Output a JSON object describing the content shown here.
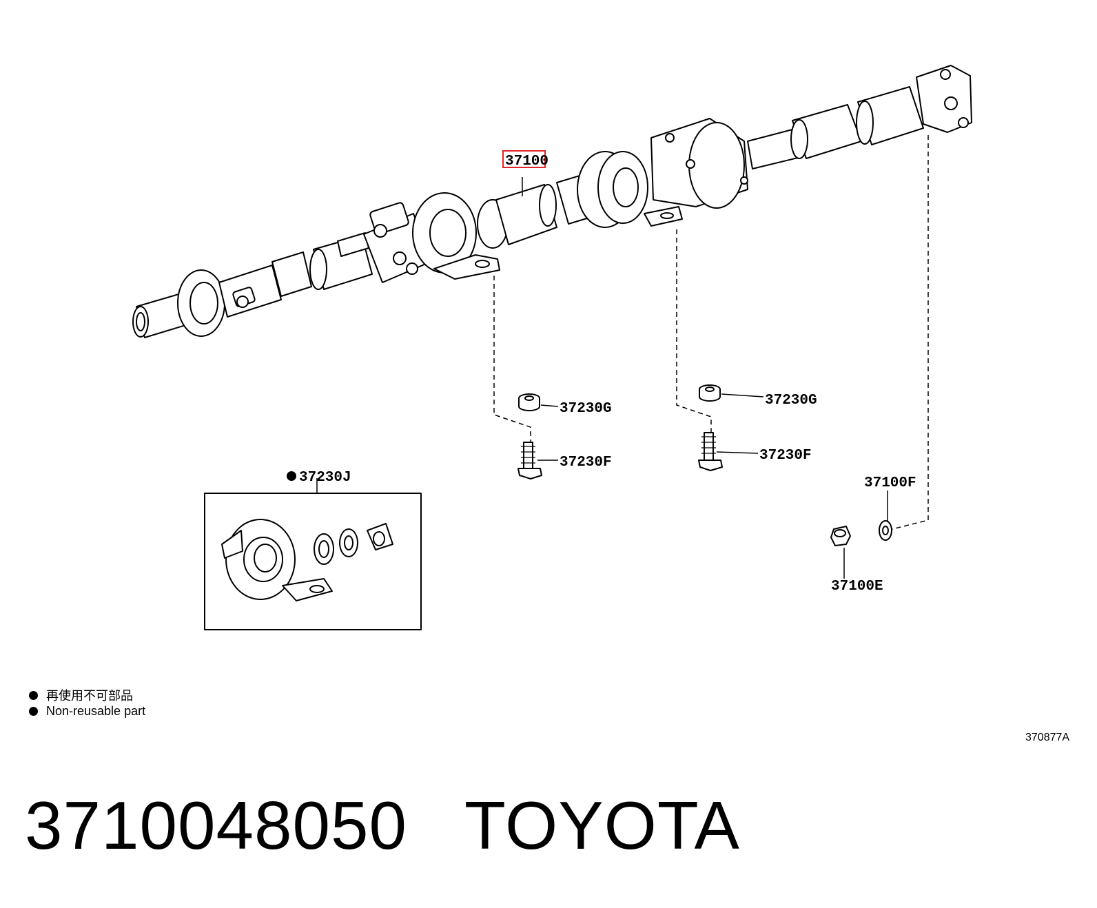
{
  "callouts": {
    "main_shaft": "37100",
    "washer_left": "37230G",
    "bolt_left": "37230F",
    "washer_right": "37230G",
    "bolt_right": "37230F",
    "kit": "37230J",
    "washer_f": "37100F",
    "nut_e": "37100E"
  },
  "legend": {
    "line_zh": "再使用不可部品",
    "line_en": "Non-reusable part"
  },
  "ref_code": "370877A",
  "footer": {
    "part_number": "3710048050",
    "brand": "TOYOTA"
  },
  "highlight_color": "#e0262a"
}
